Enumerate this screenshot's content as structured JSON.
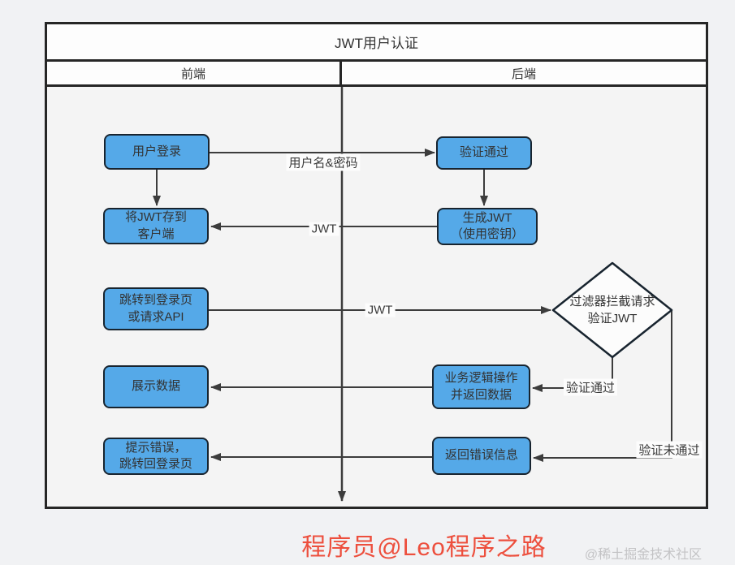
{
  "header": {
    "title": "JWT用户认证",
    "lane_left": "前端",
    "lane_right": "后端"
  },
  "nodes": {
    "login": "用户登录",
    "store_jwt": "将JWT存到\n客户端",
    "goto_login": "跳转到登录页\n或请求API",
    "show_data": "展示数据",
    "show_error": "提示错误，\n跳转回登录页",
    "verify_pass": "验证通过",
    "gen_jwt": "生成JWT\n（使用密钥）",
    "filter_decision": "过滤器拦截请求\n验证JWT",
    "biz_logic": "业务逻辑操作\n并返回数据",
    "return_error": "返回错误信息"
  },
  "edge_labels": {
    "username_password": "用户名&密码",
    "jwt_back": "JWT",
    "jwt_request": "JWT",
    "verify_ok": "验证通过",
    "verify_fail": "验证未通过"
  },
  "footer": {
    "signature": "程序员@Leo程序之路",
    "watermark": "@稀土掘金技术社区"
  },
  "colors": {
    "node_fill": "#55a9e8",
    "node_border": "#18242f",
    "frame_border": "#262626",
    "line": "#3c3c3c",
    "accent_red": "#ed4f3d",
    "watermark_gray": "#c3c3c5"
  }
}
